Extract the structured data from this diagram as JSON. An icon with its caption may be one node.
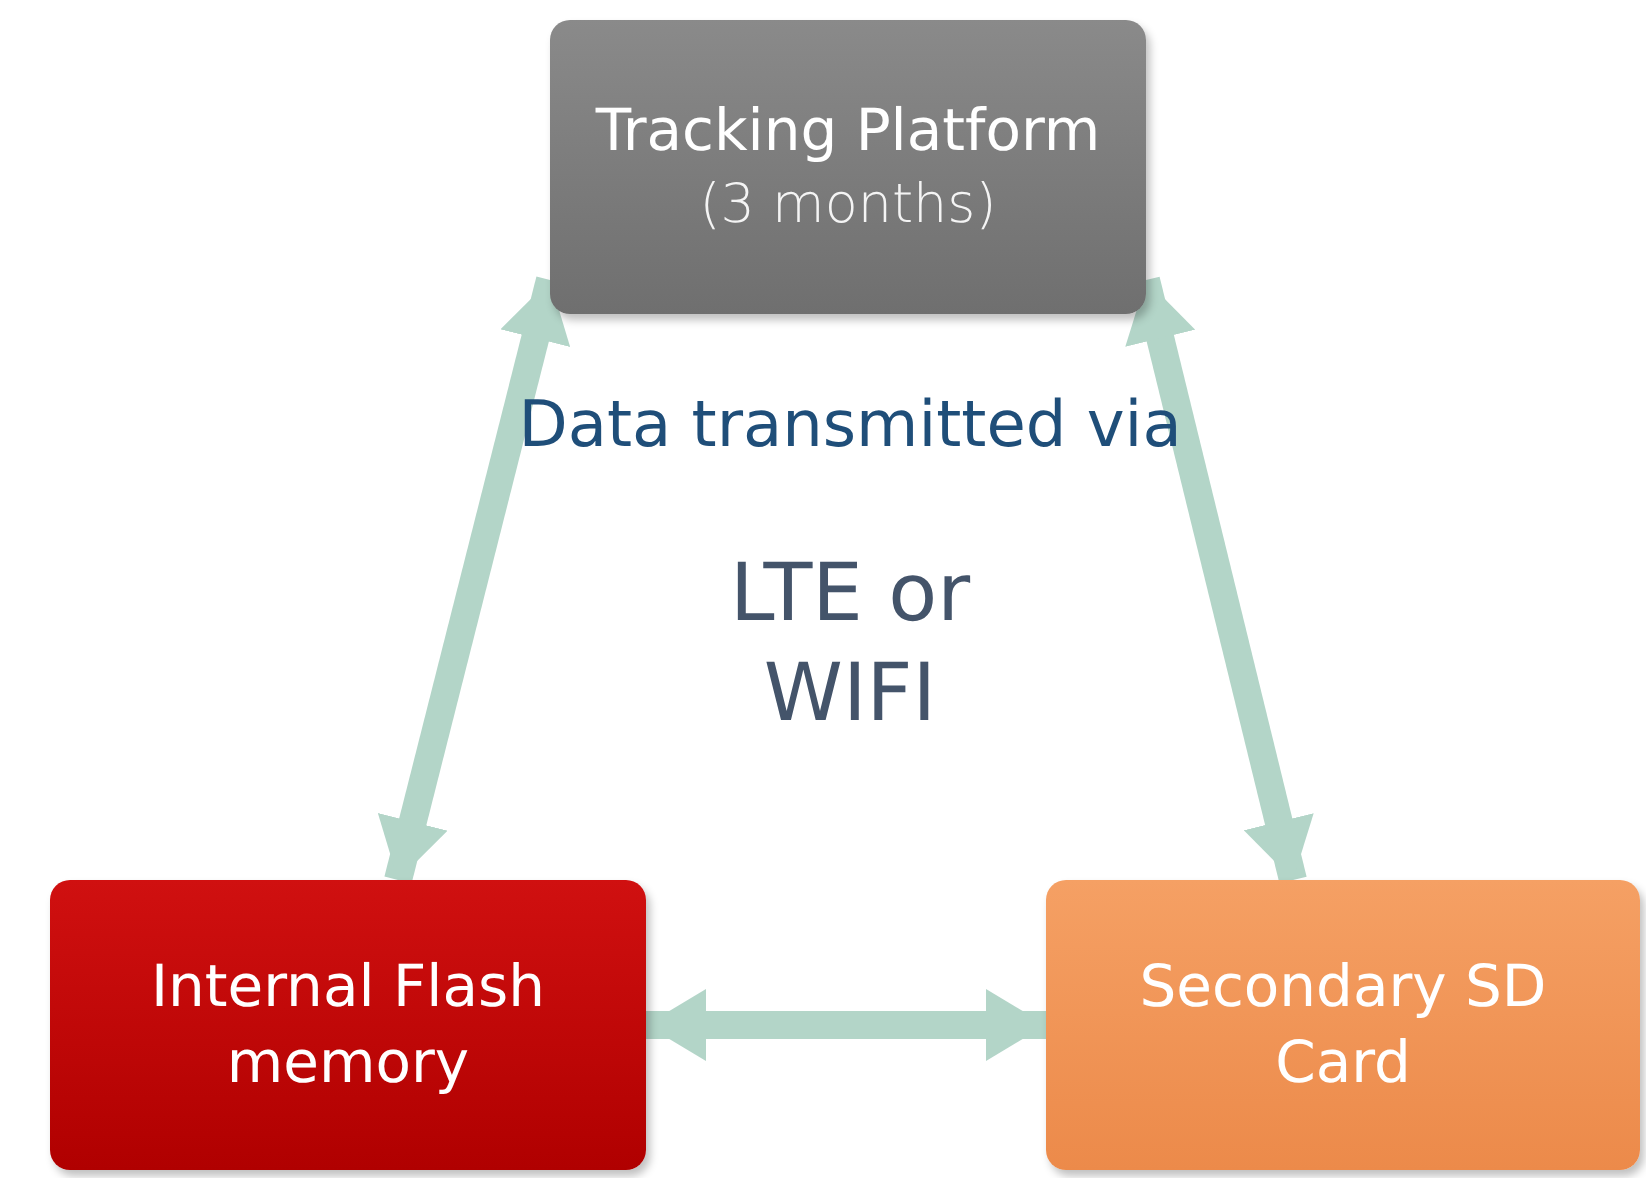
{
  "diagram": {
    "nodes": [
      {
        "text": [
          "Tracking Platform",
          "(3 months)"
        ]
      },
      {
        "text": [
          "Internal Flash memory"
        ]
      },
      {
        "text": [
          "Secondary SD Card"
        ]
      }
    ],
    "edges": [
      {
        "from": 1,
        "to": 0,
        "arrow": "both"
      },
      {
        "from": 0,
        "to": 2,
        "arrow": "both"
      },
      {
        "from": 1,
        "to": 2,
        "arrow": "both"
      }
    ],
    "labels": [
      "Data transmitted via",
      "LTE or WIFI"
    ]
  }
}
